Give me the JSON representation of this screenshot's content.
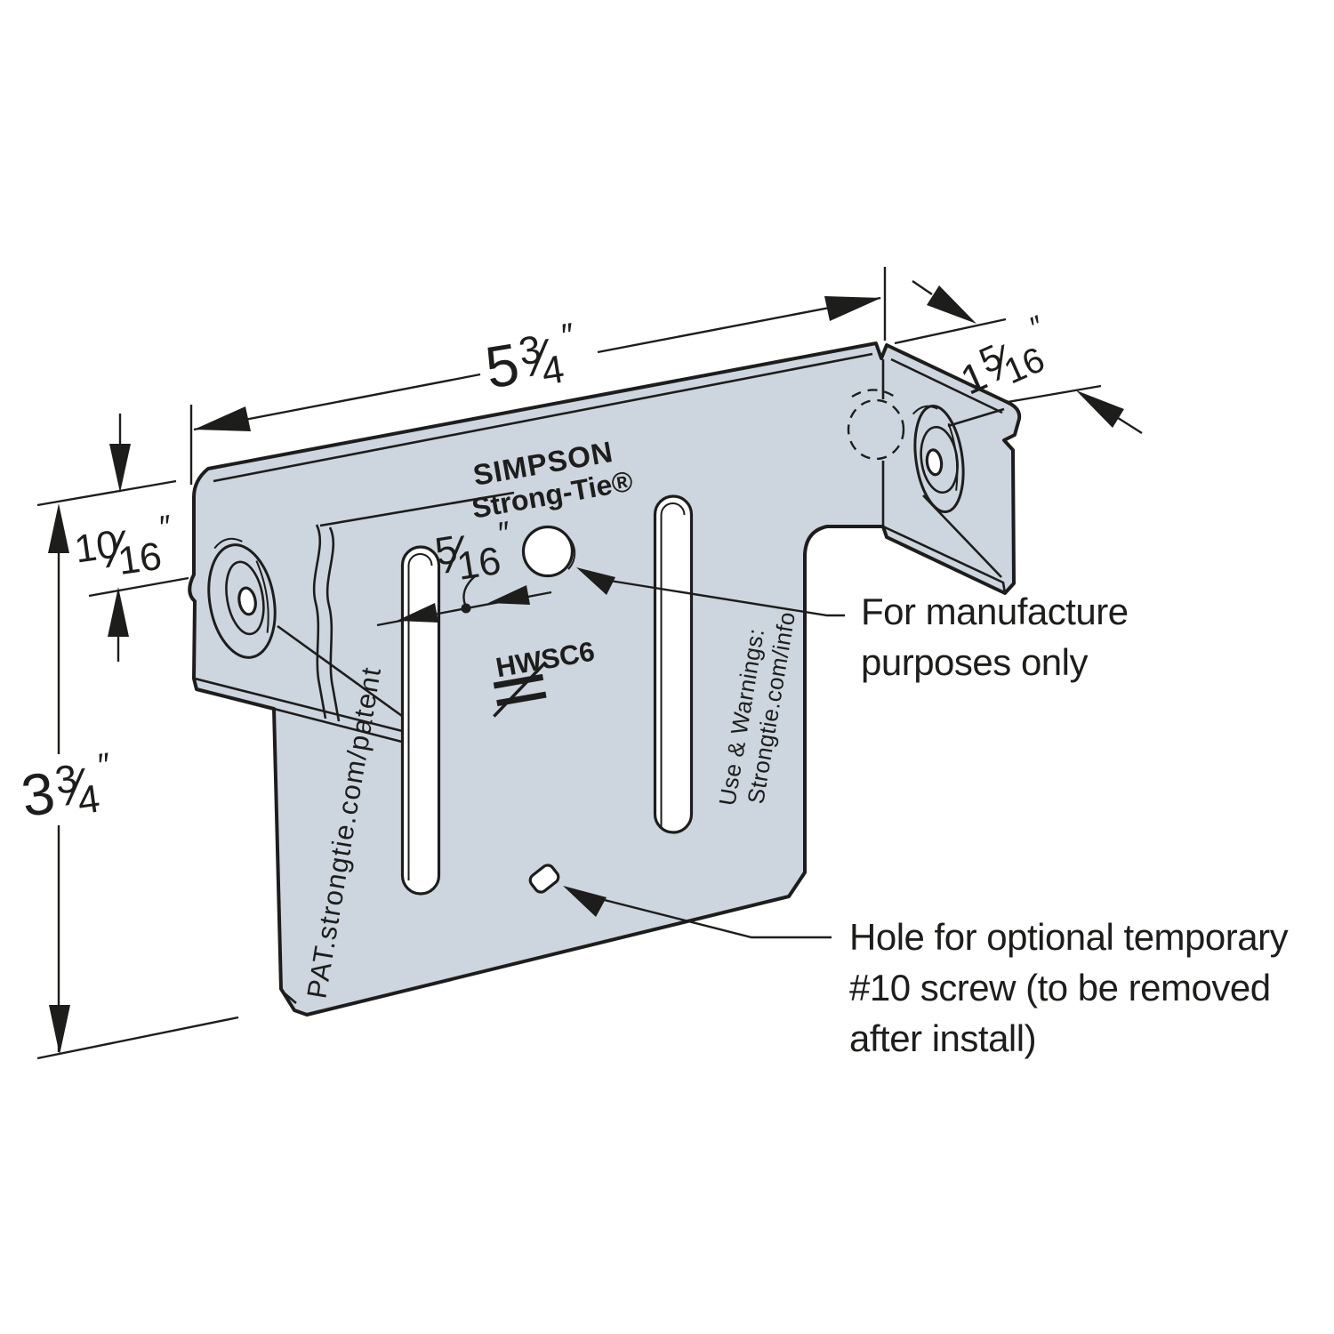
{
  "product": {
    "brand_top": "SIMPSON",
    "brand_bottom": "Strong-Tie®",
    "model": "HWSC6",
    "patent_url": "PAT.strongtie.com/patent",
    "warnings_label": "Use & Warnings:",
    "warnings_url": "Strongtie.com/info"
  },
  "dimensions": {
    "overall_width": {
      "whole": "5",
      "num": "3",
      "den": "4",
      "unit": "″"
    },
    "flange_width": {
      "whole": "1",
      "num": "5",
      "den": "16",
      "unit": "″"
    },
    "top_offset": {
      "num": "10",
      "den": "16",
      "unit": "″"
    },
    "overall_height": {
      "whole": "3",
      "num": "3",
      "den": "4",
      "unit": "″"
    },
    "slot_width": {
      "num": "5",
      "den": "16",
      "unit": "″"
    }
  },
  "annotations": {
    "manufacture_line1": "For manufacture",
    "manufacture_line2": "purposes only",
    "screw_line1": "Hole for optional temporary",
    "screw_line2": "#10 screw (to be removed",
    "screw_line3": "after install)"
  },
  "colors": {
    "plate_fill": "#cdd6de",
    "line": "#1d1d1b",
    "background": "#ffffff"
  }
}
